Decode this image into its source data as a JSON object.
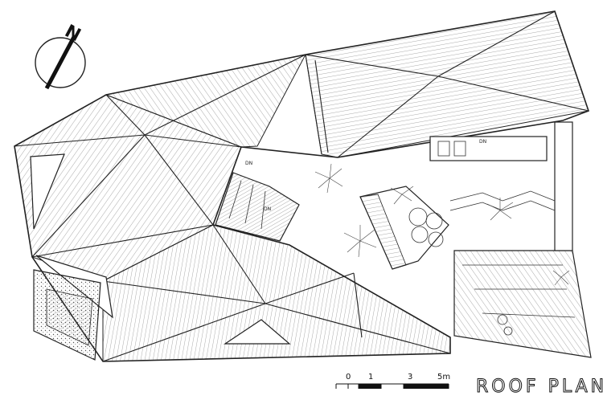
{
  "title": "ROOF PLAN",
  "north": {
    "label": "N",
    "icon": "north-arrow-icon"
  },
  "scale_bar": {
    "ticks": [
      "0",
      "1",
      "3",
      "5m"
    ]
  },
  "plan_annotations": [
    "DN",
    "DN",
    "DN"
  ],
  "colors": {
    "line": "#222222",
    "background": "#ffffff"
  }
}
